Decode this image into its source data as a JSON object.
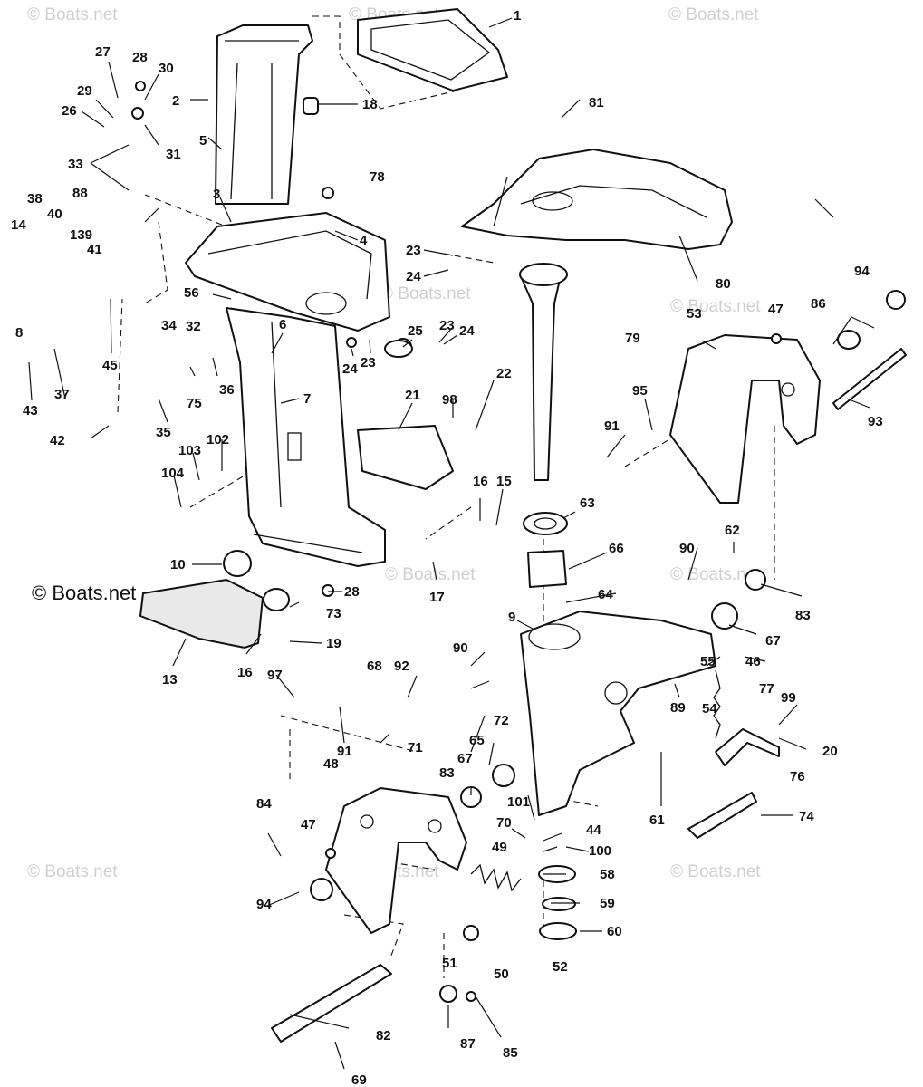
{
  "watermark": "© Boats.net",
  "brand_label": "© Boats.net",
  "callouts": [
    {
      "id": "c1",
      "label": "1"
    },
    {
      "id": "c2",
      "label": "2"
    },
    {
      "id": "c3",
      "label": "3"
    },
    {
      "id": "c4",
      "label": "4"
    },
    {
      "id": "c5",
      "label": "5"
    },
    {
      "id": "c6",
      "label": "6"
    },
    {
      "id": "c7",
      "label": "7"
    },
    {
      "id": "c8",
      "label": "8"
    },
    {
      "id": "c9",
      "label": "9"
    },
    {
      "id": "c10",
      "label": "10"
    },
    {
      "id": "c13",
      "label": "13"
    },
    {
      "id": "c14",
      "label": "14"
    },
    {
      "id": "c15",
      "label": "15"
    },
    {
      "id": "c16a",
      "label": "16"
    },
    {
      "id": "c16b",
      "label": "16"
    },
    {
      "id": "c17",
      "label": "17"
    },
    {
      "id": "c18",
      "label": "18"
    },
    {
      "id": "c19",
      "label": "19"
    },
    {
      "id": "c20",
      "label": "20"
    },
    {
      "id": "c21",
      "label": "21"
    },
    {
      "id": "c22",
      "label": "22"
    },
    {
      "id": "c23a",
      "label": "23"
    },
    {
      "id": "c23b",
      "label": "23"
    },
    {
      "id": "c23c",
      "label": "23"
    },
    {
      "id": "c24a",
      "label": "24"
    },
    {
      "id": "c24b",
      "label": "24"
    },
    {
      "id": "c24c",
      "label": "24"
    },
    {
      "id": "c25",
      "label": "25"
    },
    {
      "id": "c26",
      "label": "26"
    },
    {
      "id": "c27",
      "label": "27"
    },
    {
      "id": "c28a",
      "label": "28"
    },
    {
      "id": "c28b",
      "label": "28"
    },
    {
      "id": "c29",
      "label": "29"
    },
    {
      "id": "c30",
      "label": "30"
    },
    {
      "id": "c31",
      "label": "31"
    },
    {
      "id": "c32",
      "label": "32"
    },
    {
      "id": "c33",
      "label": "33"
    },
    {
      "id": "c34",
      "label": "34"
    },
    {
      "id": "c35",
      "label": "35"
    },
    {
      "id": "c36",
      "label": "36"
    },
    {
      "id": "c37",
      "label": "37"
    },
    {
      "id": "c38",
      "label": "38"
    },
    {
      "id": "c39",
      "label": "139"
    },
    {
      "id": "c40",
      "label": "40"
    },
    {
      "id": "c41",
      "label": "41"
    },
    {
      "id": "c42",
      "label": "42"
    },
    {
      "id": "c43",
      "label": "43"
    },
    {
      "id": "c44",
      "label": "44"
    },
    {
      "id": "c45",
      "label": "45"
    },
    {
      "id": "c46",
      "label": "46"
    },
    {
      "id": "c47a",
      "label": "47"
    },
    {
      "id": "c47b",
      "label": "47"
    },
    {
      "id": "c48",
      "label": "48"
    },
    {
      "id": "c49",
      "label": "49"
    },
    {
      "id": "c50",
      "label": "50"
    },
    {
      "id": "c51",
      "label": "51"
    },
    {
      "id": "c52",
      "label": "52"
    },
    {
      "id": "c53",
      "label": "53"
    },
    {
      "id": "c54",
      "label": "54"
    },
    {
      "id": "c55",
      "label": "55"
    },
    {
      "id": "c56",
      "label": "56"
    },
    {
      "id": "c58",
      "label": "58"
    },
    {
      "id": "c59",
      "label": "59"
    },
    {
      "id": "c60",
      "label": "60"
    },
    {
      "id": "c61",
      "label": "61"
    },
    {
      "id": "c62",
      "label": "62"
    },
    {
      "id": "c63",
      "label": "63"
    },
    {
      "id": "c64",
      "label": "64"
    },
    {
      "id": "c65",
      "label": "65"
    },
    {
      "id": "c66",
      "label": "66"
    },
    {
      "id": "c67a",
      "label": "67"
    },
    {
      "id": "c67b",
      "label": "67"
    },
    {
      "id": "c68",
      "label": "68"
    },
    {
      "id": "c69",
      "label": "69"
    },
    {
      "id": "c70",
      "label": "70"
    },
    {
      "id": "c71",
      "label": "71"
    },
    {
      "id": "c72",
      "label": "72"
    },
    {
      "id": "c73",
      "label": "73"
    },
    {
      "id": "c74",
      "label": "74"
    },
    {
      "id": "c75",
      "label": "75"
    },
    {
      "id": "c76",
      "label": "76"
    },
    {
      "id": "c77",
      "label": "77"
    },
    {
      "id": "c78",
      "label": "78"
    },
    {
      "id": "c79",
      "label": "79"
    },
    {
      "id": "c80",
      "label": "80"
    },
    {
      "id": "c81",
      "label": "81"
    },
    {
      "id": "c82",
      "label": "82"
    },
    {
      "id": "c83a",
      "label": "83"
    },
    {
      "id": "c83b",
      "label": "83"
    },
    {
      "id": "c84",
      "label": "84"
    },
    {
      "id": "c85",
      "label": "85"
    },
    {
      "id": "c86",
      "label": "86"
    },
    {
      "id": "c87",
      "label": "87"
    },
    {
      "id": "c88",
      "label": "88"
    },
    {
      "id": "c89",
      "label": "89"
    },
    {
      "id": "c90a",
      "label": "90"
    },
    {
      "id": "c90b",
      "label": "90"
    },
    {
      "id": "c91a",
      "label": "91"
    },
    {
      "id": "c91b",
      "label": "91"
    },
    {
      "id": "c92",
      "label": "92"
    },
    {
      "id": "c93",
      "label": "93"
    },
    {
      "id": "c94a",
      "label": "94"
    },
    {
      "id": "c94b",
      "label": "94"
    },
    {
      "id": "c95",
      "label": "95"
    },
    {
      "id": "c97",
      "label": "97"
    },
    {
      "id": "c98",
      "label": "98"
    },
    {
      "id": "c99",
      "label": "99"
    },
    {
      "id": "c100",
      "label": "100"
    },
    {
      "id": "c101",
      "label": "101"
    },
    {
      "id": "c102",
      "label": "102"
    },
    {
      "id": "c103",
      "label": "103"
    },
    {
      "id": "c104",
      "label": "104"
    }
  ]
}
